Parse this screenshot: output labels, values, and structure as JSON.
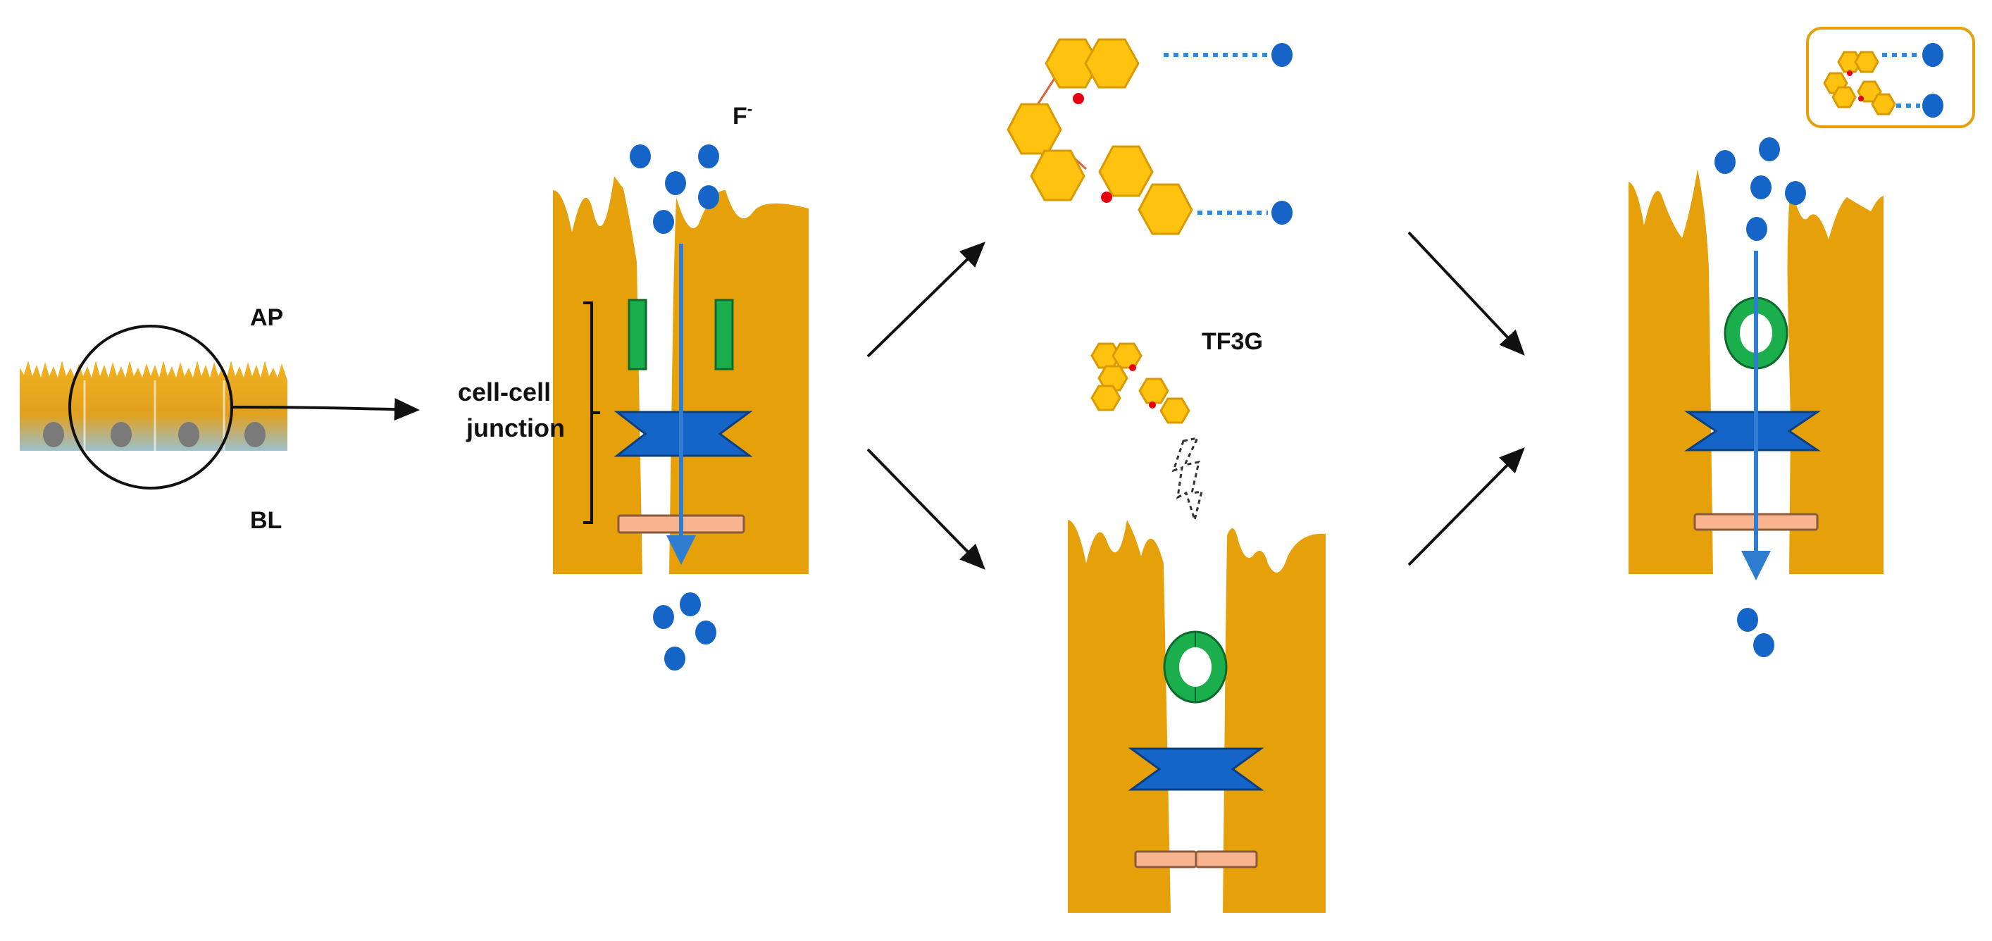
{
  "labels": {
    "apical": "AP",
    "basolateral": "BL",
    "junction_line1": "cell-cell",
    "junction_line2": "junction",
    "fluoride": "F",
    "fluoride_charge": "-",
    "compound": "TF3G"
  },
  "colors": {
    "cell": "#E5A00A",
    "fluoride_ion": "#1565C8",
    "tight_junction_protein": "#1AAE4C",
    "adherens_junction": "#1565C8",
    "desmosome": "#F7B48E",
    "tf3g_ring": "#FFC20F",
    "flow_arrow": "#2E7DD1"
  },
  "panels": [
    "epithelium-overview",
    "intact-junction",
    "tf3g-bound-fluoride",
    "tf3g-treated-junction",
    "combined-result"
  ]
}
